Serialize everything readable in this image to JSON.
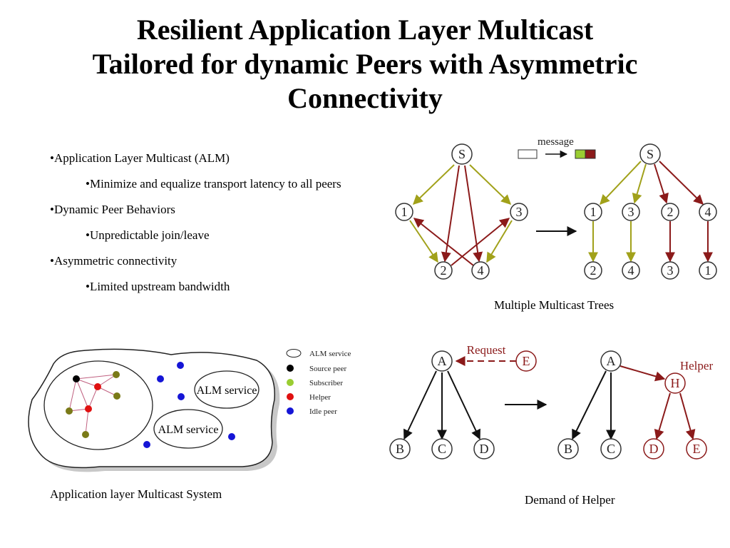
{
  "title_lines": [
    "Resilient Application Layer Multicast",
    "Tailored for dynamic Peers with Asymmetric",
    "Connectivity"
  ],
  "bullets": [
    {
      "text": "•Application Layer Multicast (ALM)",
      "level": 0
    },
    {
      "text": "•Minimize and equalize transport latency to all peers",
      "level": 1
    },
    {
      "text": "•Dynamic Peer Behaviors",
      "level": 0
    },
    {
      "text": "•Unpredictable join/leave",
      "level": 1
    },
    {
      "text": "•Asymmetric connectivity",
      "level": 0
    },
    {
      "text": "•Limited upstream bandwidth",
      "level": 1
    }
  ],
  "captions": {
    "trees": "Multiple  Multicast Trees",
    "system": "Application layer Multicast System",
    "helper": "Demand of Helper"
  },
  "trees_diagram": {
    "message_label": "message",
    "left_nodes": [
      "S",
      "1",
      "3",
      "2",
      "4"
    ],
    "right_top": "S",
    "right_mid": [
      "1",
      "3",
      "2",
      "4"
    ],
    "right_bottom": [
      "2",
      "4",
      "3",
      "1"
    ]
  },
  "system_diagram": {
    "services": [
      "ALM service",
      "ALM service"
    ],
    "legend": [
      "ALM service",
      "Source peer",
      "Subscriber",
      "Helper",
      "Idle peer"
    ]
  },
  "helper_diagram": {
    "request_label": "Request",
    "helper_label": "Helper",
    "left_nodes": [
      "A",
      "E",
      "B",
      "C",
      "D"
    ],
    "right_nodes": [
      "A",
      "H",
      "B",
      "C",
      "D",
      "E"
    ]
  },
  "colors": {
    "olive": "#a1a11a",
    "maroon": "#8b1a1a",
    "subscriber": "#7a7a18",
    "helper_red": "#e01010",
    "idle_blue": "#1515d6",
    "legend_green": "#9acd32"
  }
}
